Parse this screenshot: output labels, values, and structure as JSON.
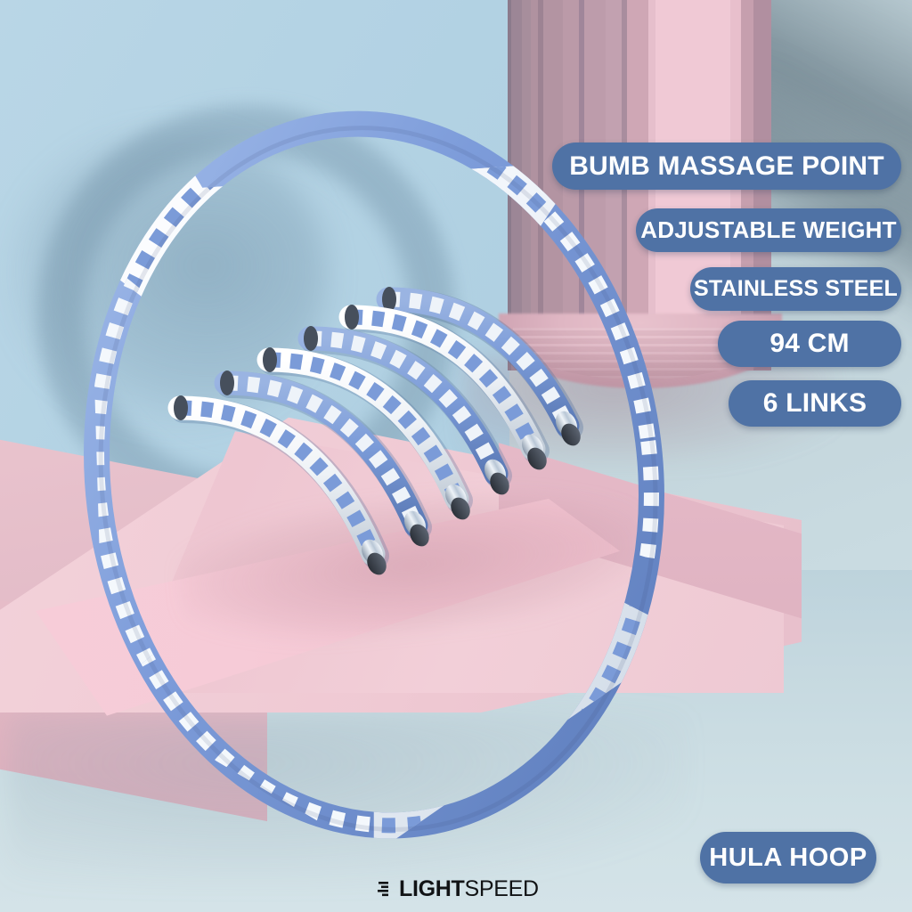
{
  "product": {
    "name": "Hula Hoop",
    "hero_description": "Blue and white segmented weighted massage hula hoop standing on pink pedestal with six detached curved links"
  },
  "badges": [
    {
      "id": "bumb-massage-point",
      "label": "BUMB MASSAGE POINT"
    },
    {
      "id": "adjustable-weight",
      "label": "ADJUSTABLE WEIGHT"
    },
    {
      "id": "stainless-steel",
      "label": "STAINLESS STEEL"
    },
    {
      "id": "size",
      "label": "94 CM"
    },
    {
      "id": "links",
      "label": "6 LINKS"
    },
    {
      "id": "product-type",
      "label": "HULA HOOP"
    }
  ],
  "logo": {
    "bold_part": "LIGHT",
    "light_part": "SPEED",
    "mark": "speed-lines-icon"
  },
  "colors": {
    "badge_fill": "#4f72a5",
    "badge_text": "#ffffff",
    "hoop_blue": "#7596d4",
    "hoop_white": "#f4f7fb",
    "wall_blue": "#b4d3e4",
    "wall_grey": "#bdcfd6",
    "column_pink": "#f0c9d5",
    "platform_pink": "#f6cdd7",
    "floor": "#cfe0e5",
    "steel": "#c9d5df",
    "tube_opening": "#2b2f36",
    "logo_text": "#111315"
  },
  "scene": {
    "hoop_segments": 14,
    "detached_links": 6,
    "hoop_label": "weighted-massage-hula-hoop",
    "platform_label": "pink-pedestal",
    "column_label": "pink-fluted-column"
  }
}
